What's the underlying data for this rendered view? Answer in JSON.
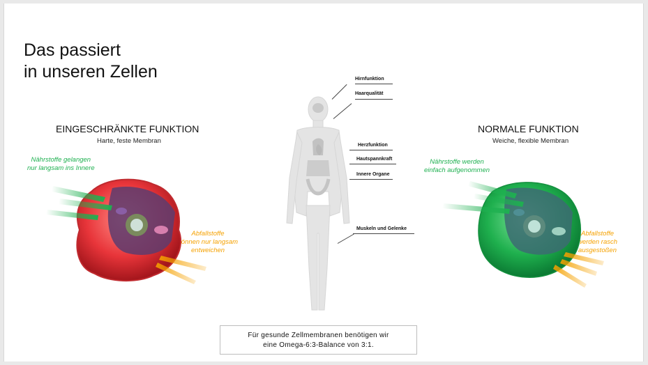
{
  "title_line1": "Das passiert",
  "title_line2": "in unseren Zellen",
  "left": {
    "heading": "EINGESCHRÄNKTE FUNKTION",
    "subheading": "Harte, feste Membran",
    "nutrients_line1": "Nährstoffe gelangen",
    "nutrients_line2": "nur langsam ins Innere",
    "waste_line1": "Abfallstoffe",
    "waste_line2": "können nur langsam",
    "waste_line3": "entweichen",
    "cell_color": "#e8353a"
  },
  "right": {
    "heading": "NORMALE FUNKTION",
    "subheading": "Weiche, flexible Membran",
    "nutrients_line1": "Nährstoffe werden",
    "nutrients_line2": "einfach aufgenommen",
    "waste_line1": "Abfallstoffe",
    "waste_line2": "werden rasch",
    "waste_line3": "ausgestoßen",
    "cell_color": "#1fb04e"
  },
  "body_labels": {
    "brain": "Hirnfunktion",
    "hair": "Haarqualität",
    "heart": "Herzfunktion",
    "skin": "Hautspannkraft",
    "organs": "Innere Organe",
    "muscles": "Muskeln und Gelenke"
  },
  "info_line1": "Für gesunde Zellmembranen benötigen wir",
  "info_line2": "eine Omega-6:3-Balance von 3:1.",
  "colors": {
    "nutrient_green": "#1eb050",
    "waste_orange": "#f5a100"
  }
}
